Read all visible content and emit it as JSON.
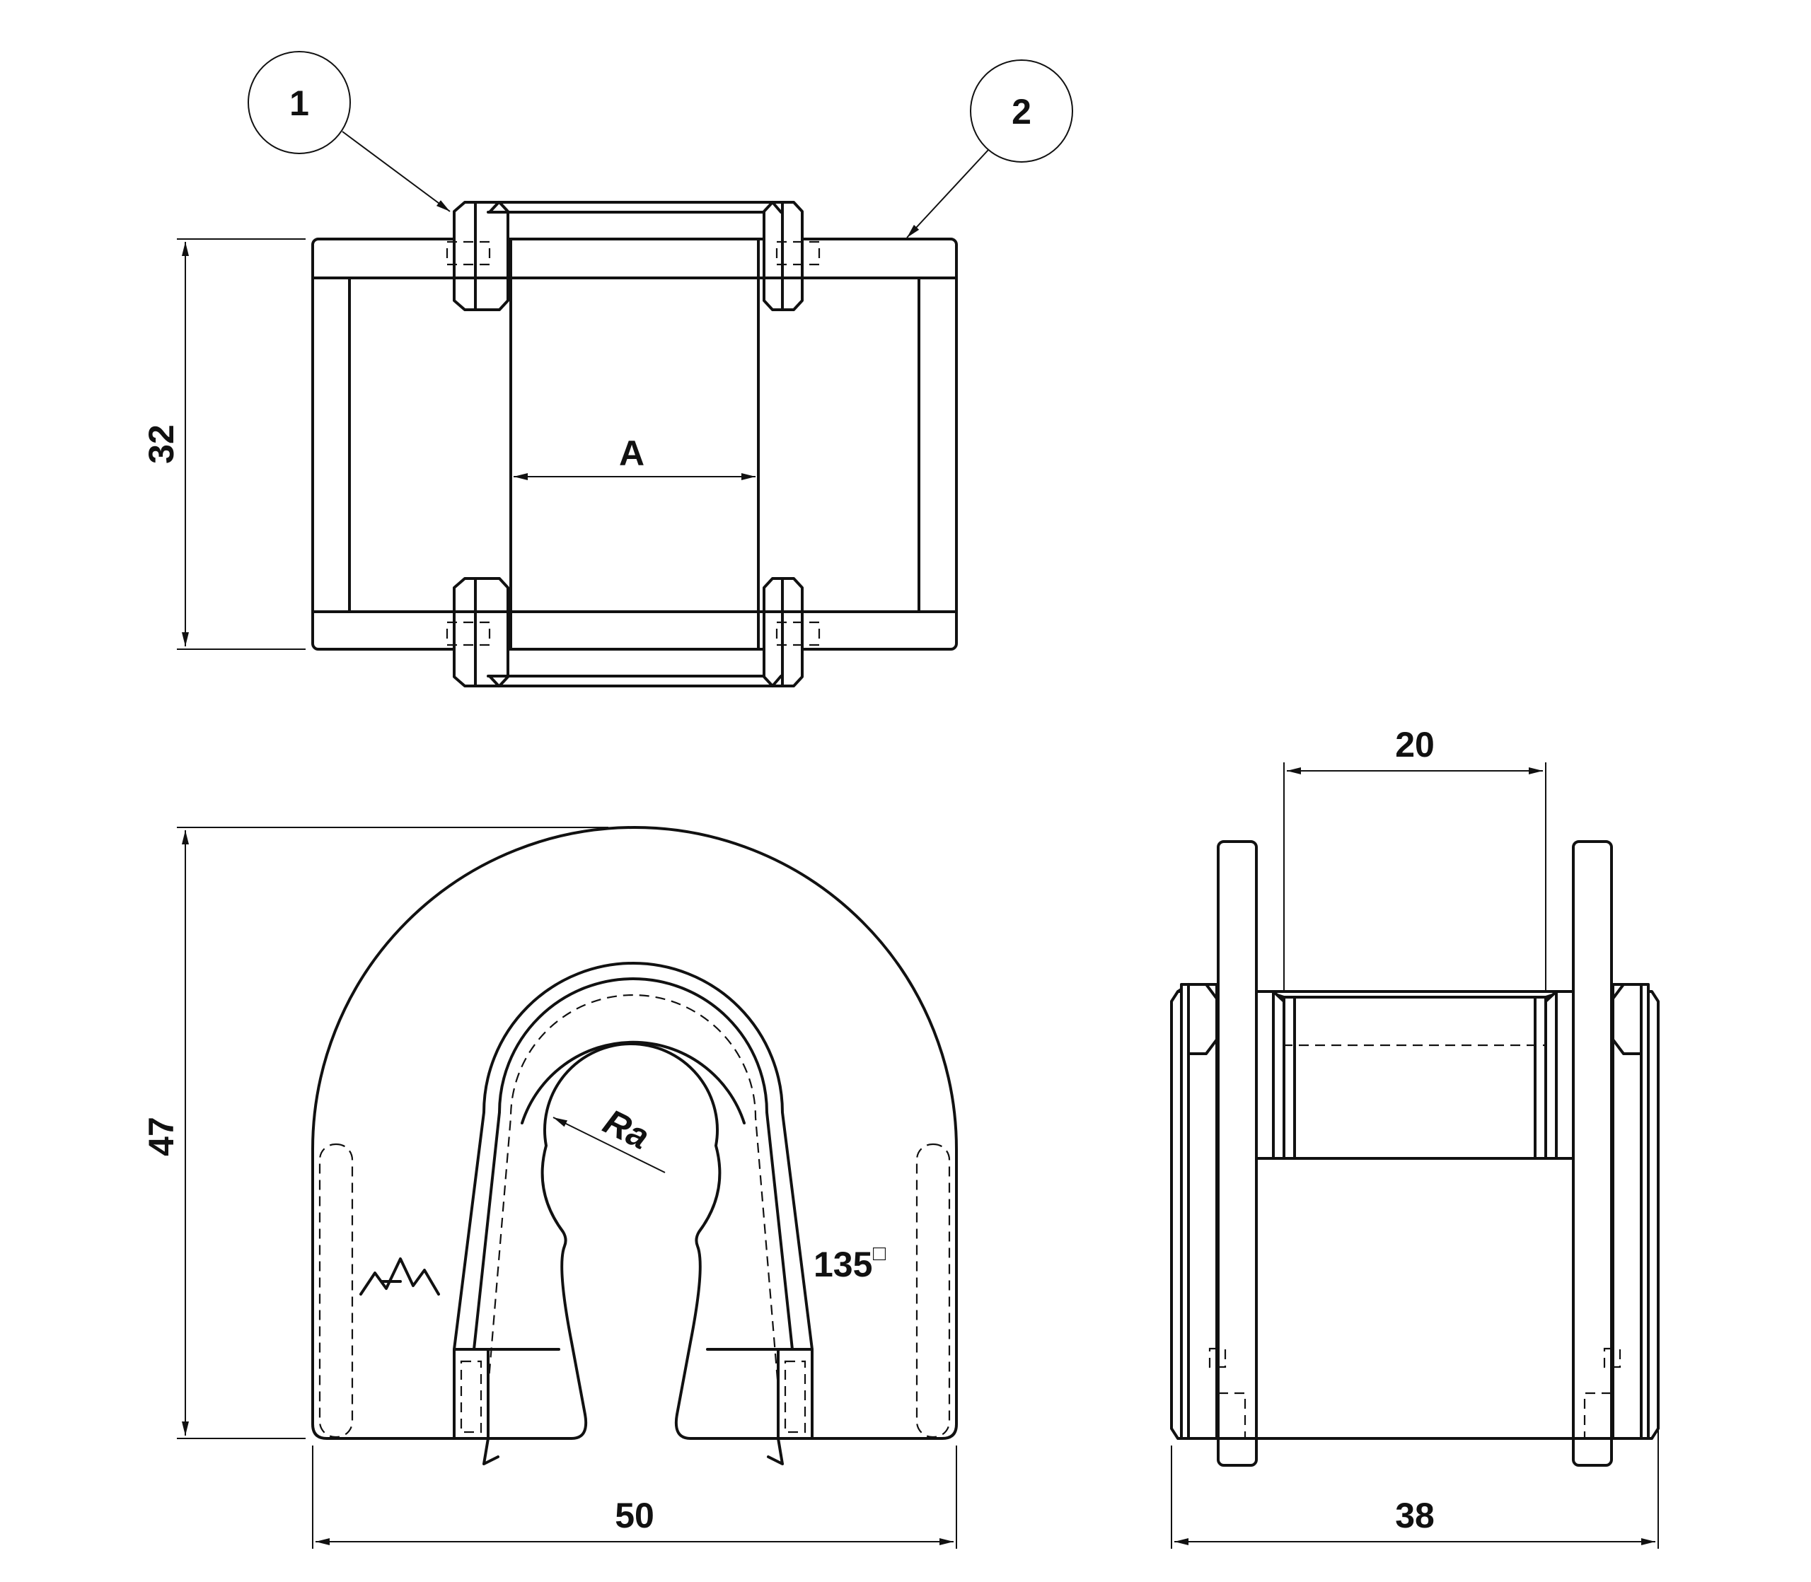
{
  "balloons": {
    "b1": "1",
    "b2": "2"
  },
  "dimensions": {
    "height_top": "32",
    "inner_width": "A",
    "height_front": "47",
    "width_front": "50",
    "slot_width": "20",
    "width_side": "38",
    "radius": "Ra",
    "angle": "135"
  },
  "angle_unit_symbol": "□",
  "colors": {
    "line": "#111111",
    "background": "#ffffff"
  }
}
